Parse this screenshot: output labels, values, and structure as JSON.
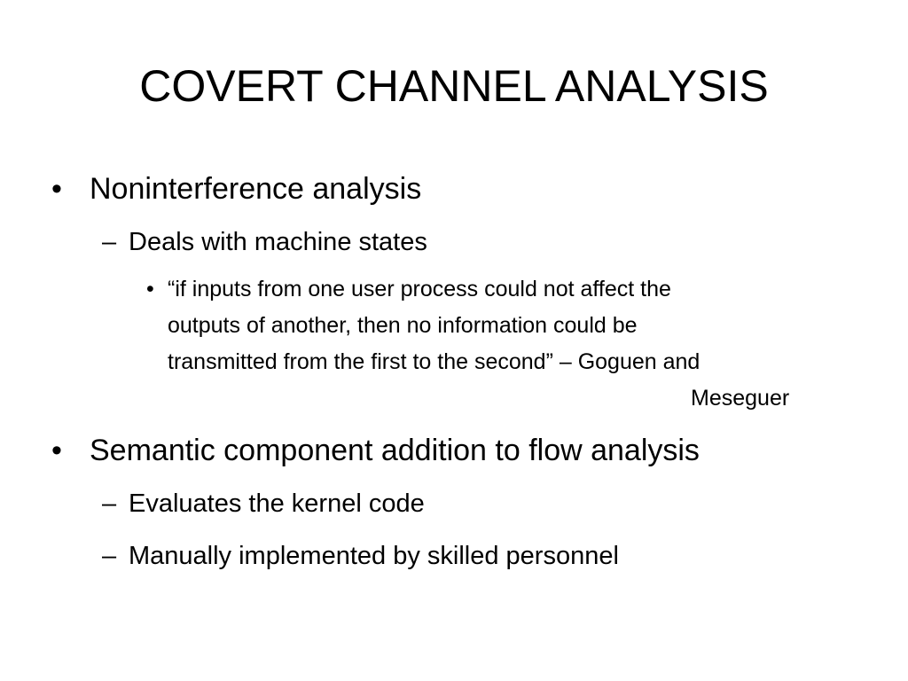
{
  "slide": {
    "title": "COVERT CHANNEL ANALYSIS",
    "bullets": [
      {
        "marker": "•",
        "text": "Noninterference analysis",
        "sub": [
          {
            "marker": "–",
            "text": "Deals with machine states",
            "sub": [
              {
                "marker": "•",
                "lines": [
                  "“if inputs from one user process could not affect the",
                  "outputs of another, then no information could be",
                  "transmitted from the first to the second” – Goguen and",
                  "Meseguer"
                ]
              }
            ]
          }
        ]
      },
      {
        "marker": "•",
        "text": "Semantic component addition to flow analysis",
        "sub": [
          {
            "marker": "–",
            "text": "Evaluates the kernel code"
          },
          {
            "marker": "–",
            "text": "Manually implemented by skilled personnel"
          }
        ]
      }
    ]
  }
}
